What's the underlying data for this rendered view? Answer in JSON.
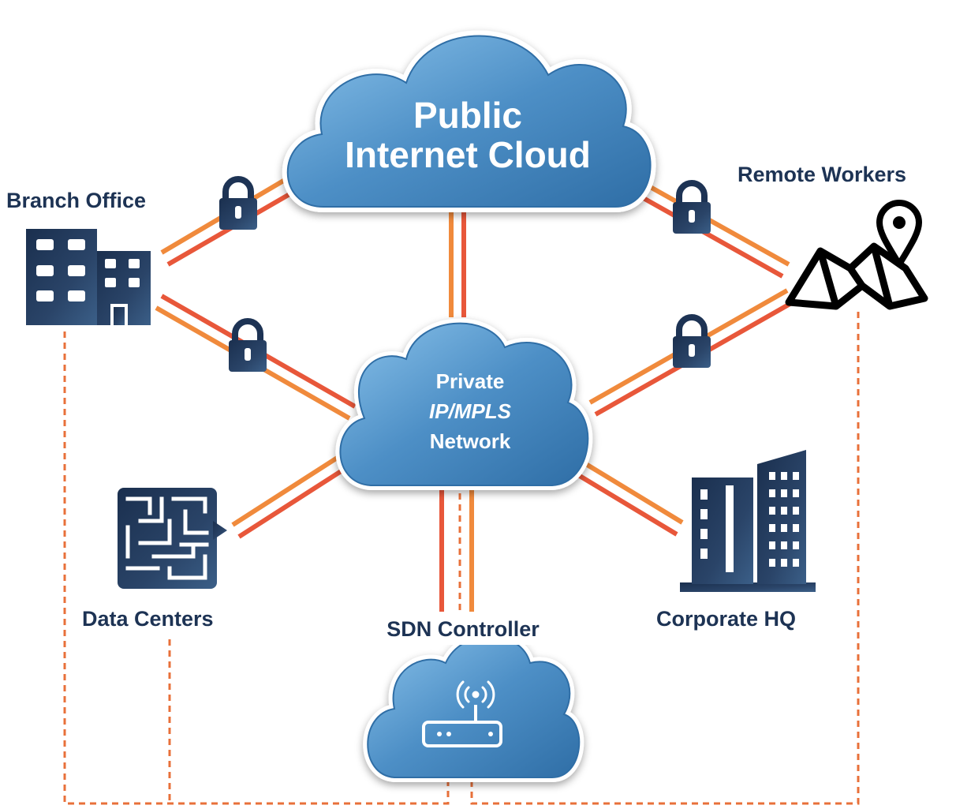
{
  "nodes": {
    "public_cloud": {
      "line1": "Public",
      "line2": "Internet Cloud"
    },
    "private_cloud": {
      "line1": "Private",
      "line2": "IP/MPLS",
      "line3": "Network"
    },
    "branch_office": "Branch Office",
    "remote_workers": "Remote Workers",
    "data_centers": "Data Centers",
    "corporate_hq": "Corporate HQ",
    "sdn_controller": "SDN Controller"
  },
  "colors": {
    "link_orange": "#f08a3c",
    "link_red": "#e8573a",
    "dashed": "#e8703a",
    "cloud_blue": "#4d8fc6",
    "cloud_light": "#7fb7e0",
    "icon_navy": "#1d3354"
  },
  "icons": [
    "lock-icon",
    "building-icon",
    "map-pin-icon",
    "maze-icon",
    "skyscraper-icon",
    "router-icon",
    "wifi-icon"
  ]
}
